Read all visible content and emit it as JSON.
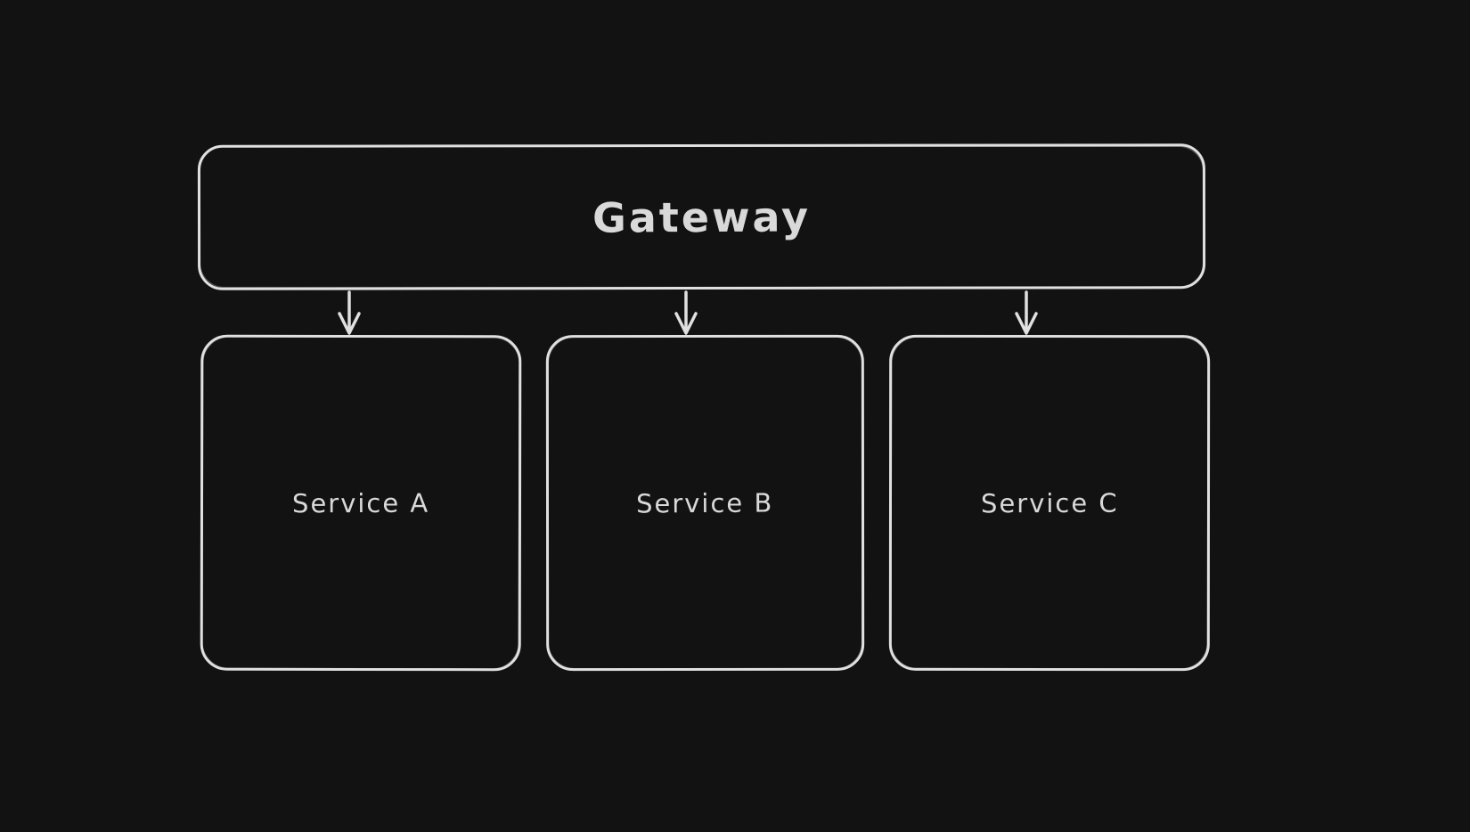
{
  "canvas": {
    "background_color": "#121212",
    "stroke_color": "#e0e0e0",
    "text_color": "#d9d9d9"
  },
  "diagram": {
    "title": "",
    "nodes": {
      "gateway": {
        "label": "Gateway"
      },
      "service_a": {
        "label": "Service A"
      },
      "service_b": {
        "label": "Service B"
      },
      "service_c": {
        "label": "Service C"
      }
    },
    "edges": [
      {
        "from": "Gateway",
        "to": "Service A",
        "type": "arrow",
        "direction": "down"
      },
      {
        "from": "Gateway",
        "to": "Service B",
        "type": "arrow",
        "direction": "down"
      },
      {
        "from": "Gateway",
        "to": "Service C",
        "type": "arrow",
        "direction": "down"
      }
    ]
  }
}
